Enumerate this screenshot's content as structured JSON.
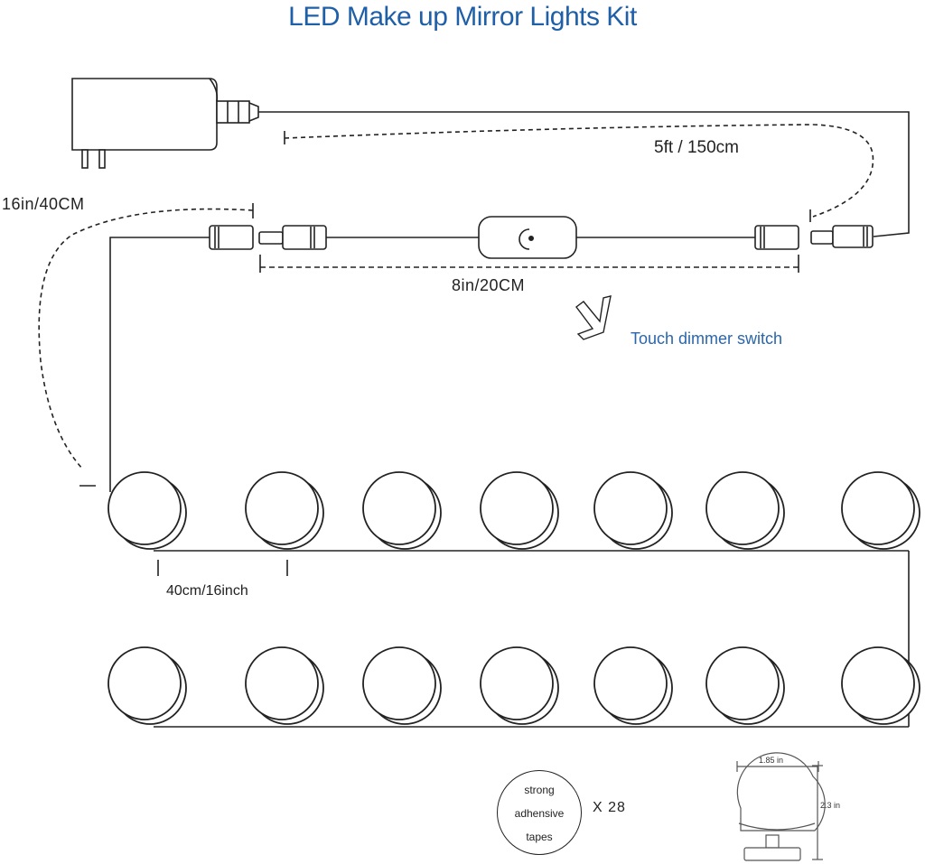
{
  "title": "LED Make up Mirror Lights Kit",
  "labels": {
    "cable_length": "5ft / 150cm",
    "extension_length": "16in/40CM",
    "switch_cable_length": "8in/20CM",
    "touch_switch": "Touch dimmer switch",
    "bulb_spacing": "40cm/16inch"
  },
  "tapes": {
    "line1": "strong",
    "line2": "adhensive",
    "line3": "tapes",
    "count": "X  28"
  },
  "bulb_dimensions": {
    "width": "1.85 in",
    "height": "2.3 in"
  },
  "bulbs": {
    "rows": 2,
    "per_row": 7
  },
  "colors": {
    "title": "#1f5fa8",
    "accent_label": "#2a66ad",
    "line": "#222222"
  }
}
